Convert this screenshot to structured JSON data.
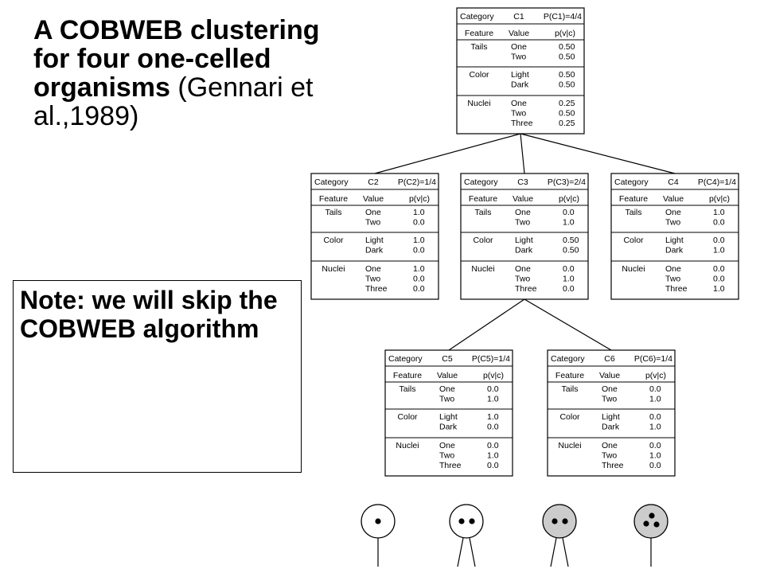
{
  "title": {
    "bold": "A COBWEB clustering for four one-celled organisms",
    "plain": "(Gennari et al.,1989)"
  },
  "note": "Note: we will skip the COBWEB algorithm",
  "header": {
    "category": "Category",
    "feature": "Feature",
    "value": "Value",
    "pvc": "p(v|c)"
  },
  "nodes": [
    {
      "id": "C1",
      "prob": "P(C1)=4/4",
      "features": [
        {
          "name": "Tails",
          "values": [
            "One",
            "Two"
          ],
          "probs": [
            "0.50",
            "0.50"
          ]
        },
        {
          "name": "Color",
          "values": [
            "Light",
            "Dark"
          ],
          "probs": [
            "0.50",
            "0.50"
          ]
        },
        {
          "name": "Nuclei",
          "values": [
            "One",
            "Two",
            "Three"
          ],
          "probs": [
            "0.25",
            "0.50",
            "0.25"
          ]
        }
      ]
    },
    {
      "id": "C2",
      "prob": "P(C2)=1/4",
      "features": [
        {
          "name": "Tails",
          "values": [
            "One",
            "Two"
          ],
          "probs": [
            "1.0",
            "0.0"
          ]
        },
        {
          "name": "Color",
          "values": [
            "Light",
            "Dark"
          ],
          "probs": [
            "1.0",
            "0.0"
          ]
        },
        {
          "name": "Nuclei",
          "values": [
            "One",
            "Two",
            "Three"
          ],
          "probs": [
            "1.0",
            "0.0",
            "0.0"
          ]
        }
      ]
    },
    {
      "id": "C3",
      "prob": "P(C3)=2/4",
      "features": [
        {
          "name": "Tails",
          "values": [
            "One",
            "Two"
          ],
          "probs": [
            "0.0",
            "1.0"
          ]
        },
        {
          "name": "Color",
          "values": [
            "Light",
            "Dark"
          ],
          "probs": [
            "0.50",
            "0.50"
          ]
        },
        {
          "name": "Nuclei",
          "values": [
            "One",
            "Two",
            "Three"
          ],
          "probs": [
            "0.0",
            "1.0",
            "0.0"
          ]
        }
      ]
    },
    {
      "id": "C4",
      "prob": "P(C4)=1/4",
      "features": [
        {
          "name": "Tails",
          "values": [
            "One",
            "Two"
          ],
          "probs": [
            "1.0",
            "0.0"
          ]
        },
        {
          "name": "Color",
          "values": [
            "Light",
            "Dark"
          ],
          "probs": [
            "0.0",
            "1.0"
          ]
        },
        {
          "name": "Nuclei",
          "values": [
            "One",
            "Two",
            "Three"
          ],
          "probs": [
            "0.0",
            "0.0",
            "1.0"
          ]
        }
      ]
    },
    {
      "id": "C5",
      "prob": "P(C5)=1/4",
      "features": [
        {
          "name": "Tails",
          "values": [
            "One",
            "Two"
          ],
          "probs": [
            "0.0",
            "1.0"
          ]
        },
        {
          "name": "Color",
          "values": [
            "Light",
            "Dark"
          ],
          "probs": [
            "1.0",
            "0.0"
          ]
        },
        {
          "name": "Nuclei",
          "values": [
            "One",
            "Two",
            "Three"
          ],
          "probs": [
            "0.0",
            "1.0",
            "0.0"
          ]
        }
      ]
    },
    {
      "id": "C6",
      "prob": "P(C6)=1/4",
      "features": [
        {
          "name": "Tails",
          "values": [
            "One",
            "Two"
          ],
          "probs": [
            "0.0",
            "1.0"
          ]
        },
        {
          "name": "Color",
          "values": [
            "Light",
            "Dark"
          ],
          "probs": [
            "0.0",
            "1.0"
          ]
        },
        {
          "name": "Nuclei",
          "values": [
            "One",
            "Two",
            "Three"
          ],
          "probs": [
            "0.0",
            "1.0",
            "0.0"
          ]
        }
      ]
    }
  ],
  "edges": [
    [
      "C1",
      "C2"
    ],
    [
      "C1",
      "C3"
    ],
    [
      "C1",
      "C4"
    ],
    [
      "C3",
      "C5"
    ],
    [
      "C3",
      "C6"
    ]
  ],
  "organisms": [
    {
      "color": "light",
      "nuclei": 1,
      "tails": 1
    },
    {
      "color": "light",
      "nuclei": 2,
      "tails": 2
    },
    {
      "color": "dark",
      "nuclei": 2,
      "tails": 2
    },
    {
      "color": "dark",
      "nuclei": 3,
      "tails": 1
    }
  ],
  "colors": {
    "light_fill": "#ffffff",
    "dark_fill": "#cccccc",
    "stroke": "#000000"
  }
}
